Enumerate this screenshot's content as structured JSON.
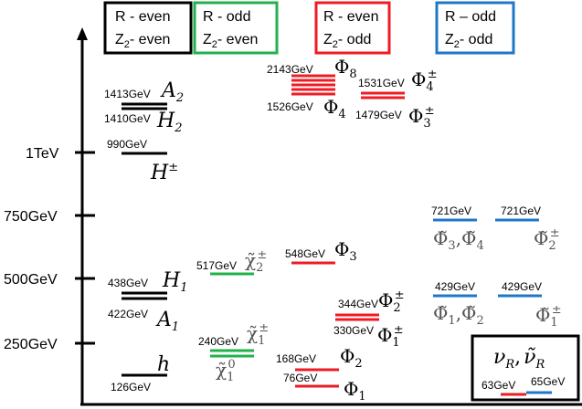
{
  "colors": {
    "even_even": "#000000",
    "odd_even": "#22b14c",
    "even_odd": "#ed1c24",
    "odd_odd": "#1f77c8"
  },
  "headers": [
    {
      "line1": "R - even",
      "line2": "Z",
      "sub": "2",
      "line2b": "- even"
    },
    {
      "line1": "R - odd",
      "line2": "Z",
      "sub": "2",
      "line2b": "- even"
    },
    {
      "line1": "R - even",
      "line2": "Z",
      "sub": "2",
      "line2b": "- odd"
    },
    {
      "line1": "R – odd",
      "line2": "Z",
      "sub": "2",
      "line2b": "- odd"
    }
  ],
  "axis": {
    "ticks": [
      "250GeV",
      "500GeV",
      "750GeV",
      "1TeV"
    ]
  },
  "levels": {
    "A2": {
      "mass": "1413GeV",
      "symbol": "A",
      "sub": "2"
    },
    "H2": {
      "mass": "1410GeV",
      "symbol": "H",
      "sub": "2"
    },
    "Hpm": {
      "mass": "990GeV",
      "symbol": "H",
      "sup": "±"
    },
    "H1": {
      "mass": "438GeV",
      "symbol": "H",
      "sub": "1"
    },
    "A1": {
      "mass": "422GeV",
      "symbol": "A",
      "sub": "1"
    },
    "h": {
      "mass": "126GeV",
      "symbol": "h"
    },
    "chi2": {
      "mass": "517GeV",
      "symbol": "χ̃",
      "sub": "2",
      "sup": "±"
    },
    "chi1": {
      "mass": "240GeV",
      "symbol": "χ̃",
      "sub": "1",
      "sup": "±"
    },
    "chi10": {
      "symbol": "χ̃",
      "sub": "1",
      "sup": "0"
    },
    "Phi8": {
      "mass": "2143GeV",
      "symbol": "Φ",
      "sub": "8"
    },
    "Phi4": {
      "mass": "1526GeV",
      "symbol": "Φ",
      "sub": "4"
    },
    "Phi4pm": {
      "mass": "1531GeV",
      "symbol": "Φ",
      "sub": "4",
      "sup": "±"
    },
    "Phi3pm": {
      "mass": "1479GeV",
      "symbol": "Φ",
      "sub": "3",
      "sup": "±"
    },
    "Phi3": {
      "mass": "548GeV",
      "symbol": "Φ",
      "sub": "3"
    },
    "Phi2pm": {
      "mass": "344GeV",
      "symbol": "Φ",
      "sub": "2",
      "sup": "±"
    },
    "Phi1pm": {
      "mass": "330GeV",
      "symbol": "Φ",
      "sub": "1",
      "sup": "±"
    },
    "Phi2": {
      "mass": "168GeV",
      "symbol": "Φ",
      "sub": "2"
    },
    "Phi1": {
      "mass": "76GeV",
      "symbol": "Φ",
      "sub": "1"
    },
    "tPhi34": {
      "mass": "721GeV",
      "symbol": "Φ̃",
      "sub": "3",
      "symbol2": "Φ̃",
      "sub2": "4"
    },
    "tPhi2pm": {
      "mass": "721GeV",
      "symbol": "Φ̃",
      "sub": "2",
      "sup": "±"
    },
    "tPhi12": {
      "mass": "429GeV",
      "symbol": "Φ̃",
      "sub": "1",
      "symbol2": "Φ̃",
      "sub2": "2"
    },
    "tPhi1pm": {
      "mass": "429GeV",
      "symbol": "Φ̃",
      "sub": "1",
      "sup": "±"
    },
    "nuR": {
      "mass": "63GeV"
    },
    "nuRt": {
      "mass": "65GeV"
    }
  },
  "legend_box": {
    "symbol": "ν",
    "sub": "R",
    "sep": ",",
    "symbol2": "ν̃",
    "sub2": "R"
  }
}
